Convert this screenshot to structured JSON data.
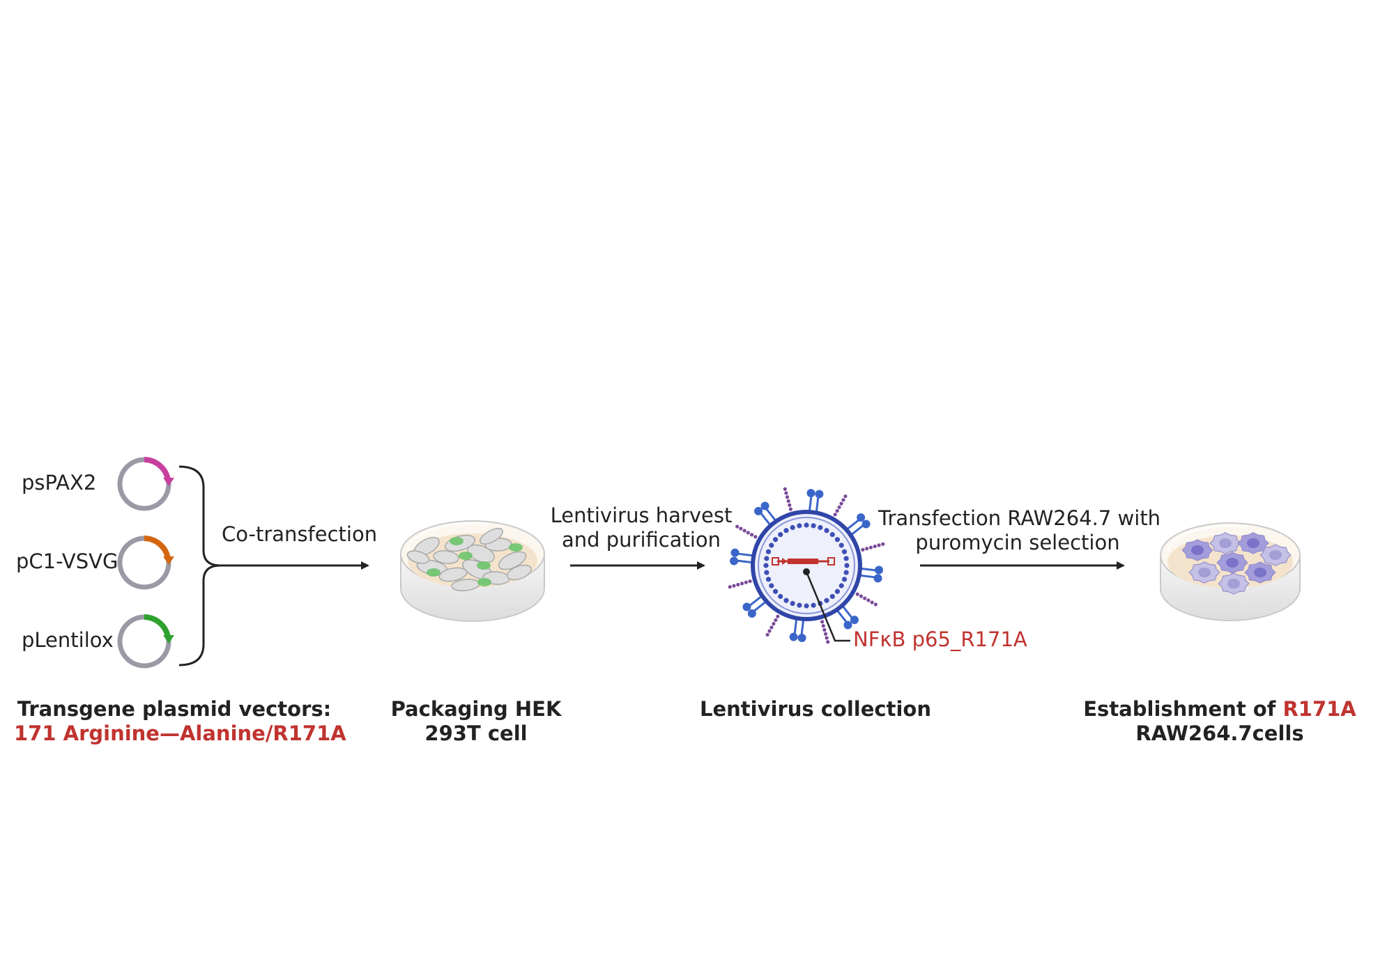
{
  "plasmids": [
    {
      "name": "psPAX2",
      "color": "#c8409e"
    },
    {
      "name": "pC1-VSVG",
      "color": "#d4660f"
    },
    {
      "name": "pLentilox",
      "color": "#2ea12e"
    }
  ],
  "steps": {
    "cotransfection": "Co-transfection",
    "harvest_line1": "Lentivirus  harvest",
    "harvest_line2": "and purification",
    "transfection_line1": "Transfection RAW264.7 with",
    "transfection_line2": "puromycin selection"
  },
  "gene_label": "NFκB p65_R171A",
  "captions": {
    "plasmids_line1": "Transgene plasmid vectors:",
    "plasmids_line2": "171 Arginine—Alanine/R171A",
    "hek_line1": "Packaging HEK",
    "hek_line2": "293T cell",
    "lentivirus": "Lentivirus collection",
    "raw_prefix": "Establishment of ",
    "raw_highlight": "R171A",
    "raw_line2": "RAW264.7cells"
  },
  "colors": {
    "accent_red": "#c0332f",
    "virus_blue": "#2f45a8",
    "spike_blue": "#3a66c9",
    "spike_purple": "#7a4a9a",
    "plasmid_gray": "#9a9aa6",
    "dish_medium": "#f4e3cc",
    "hek_green": "#6cc46c",
    "raw_purple": "#8f88cc"
  }
}
